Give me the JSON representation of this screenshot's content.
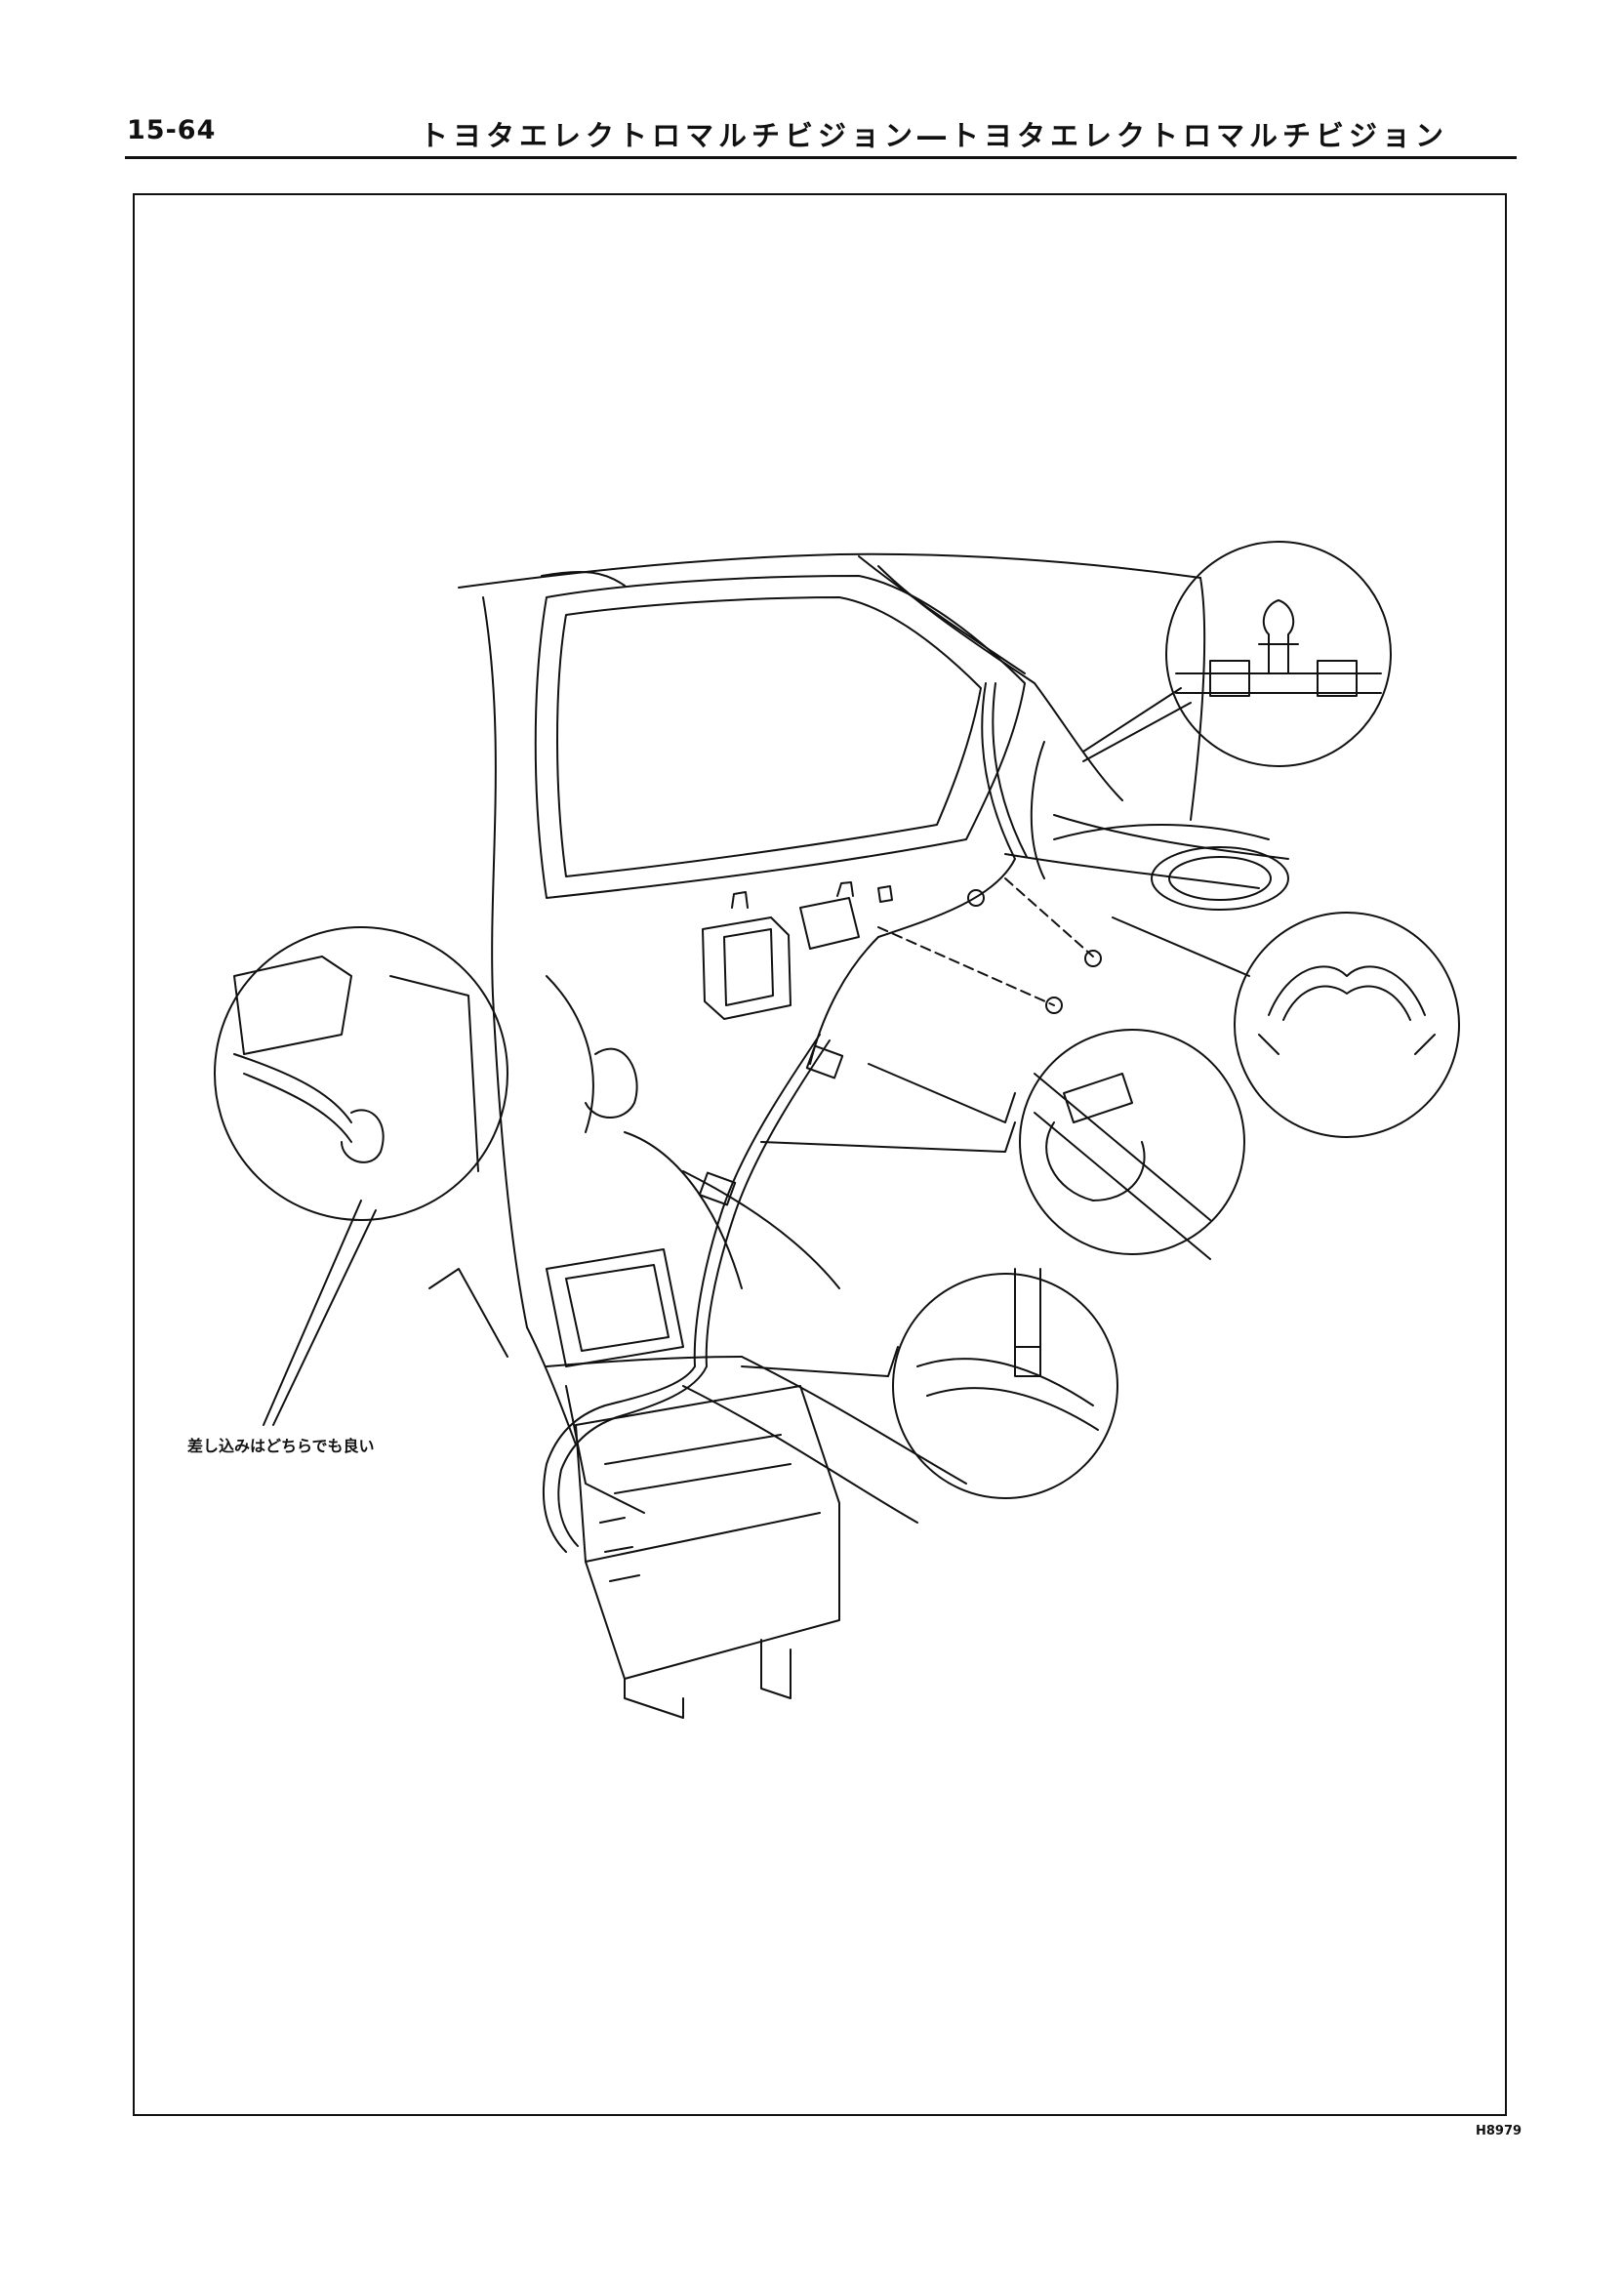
{
  "header": {
    "page_number": "15-64",
    "title": "トヨタエレクトロマルチビジョン―トヨタエレクトロマルチビジョン"
  },
  "figure": {
    "annotation": "差し込みはどちらでも良い",
    "code": "H8979"
  }
}
